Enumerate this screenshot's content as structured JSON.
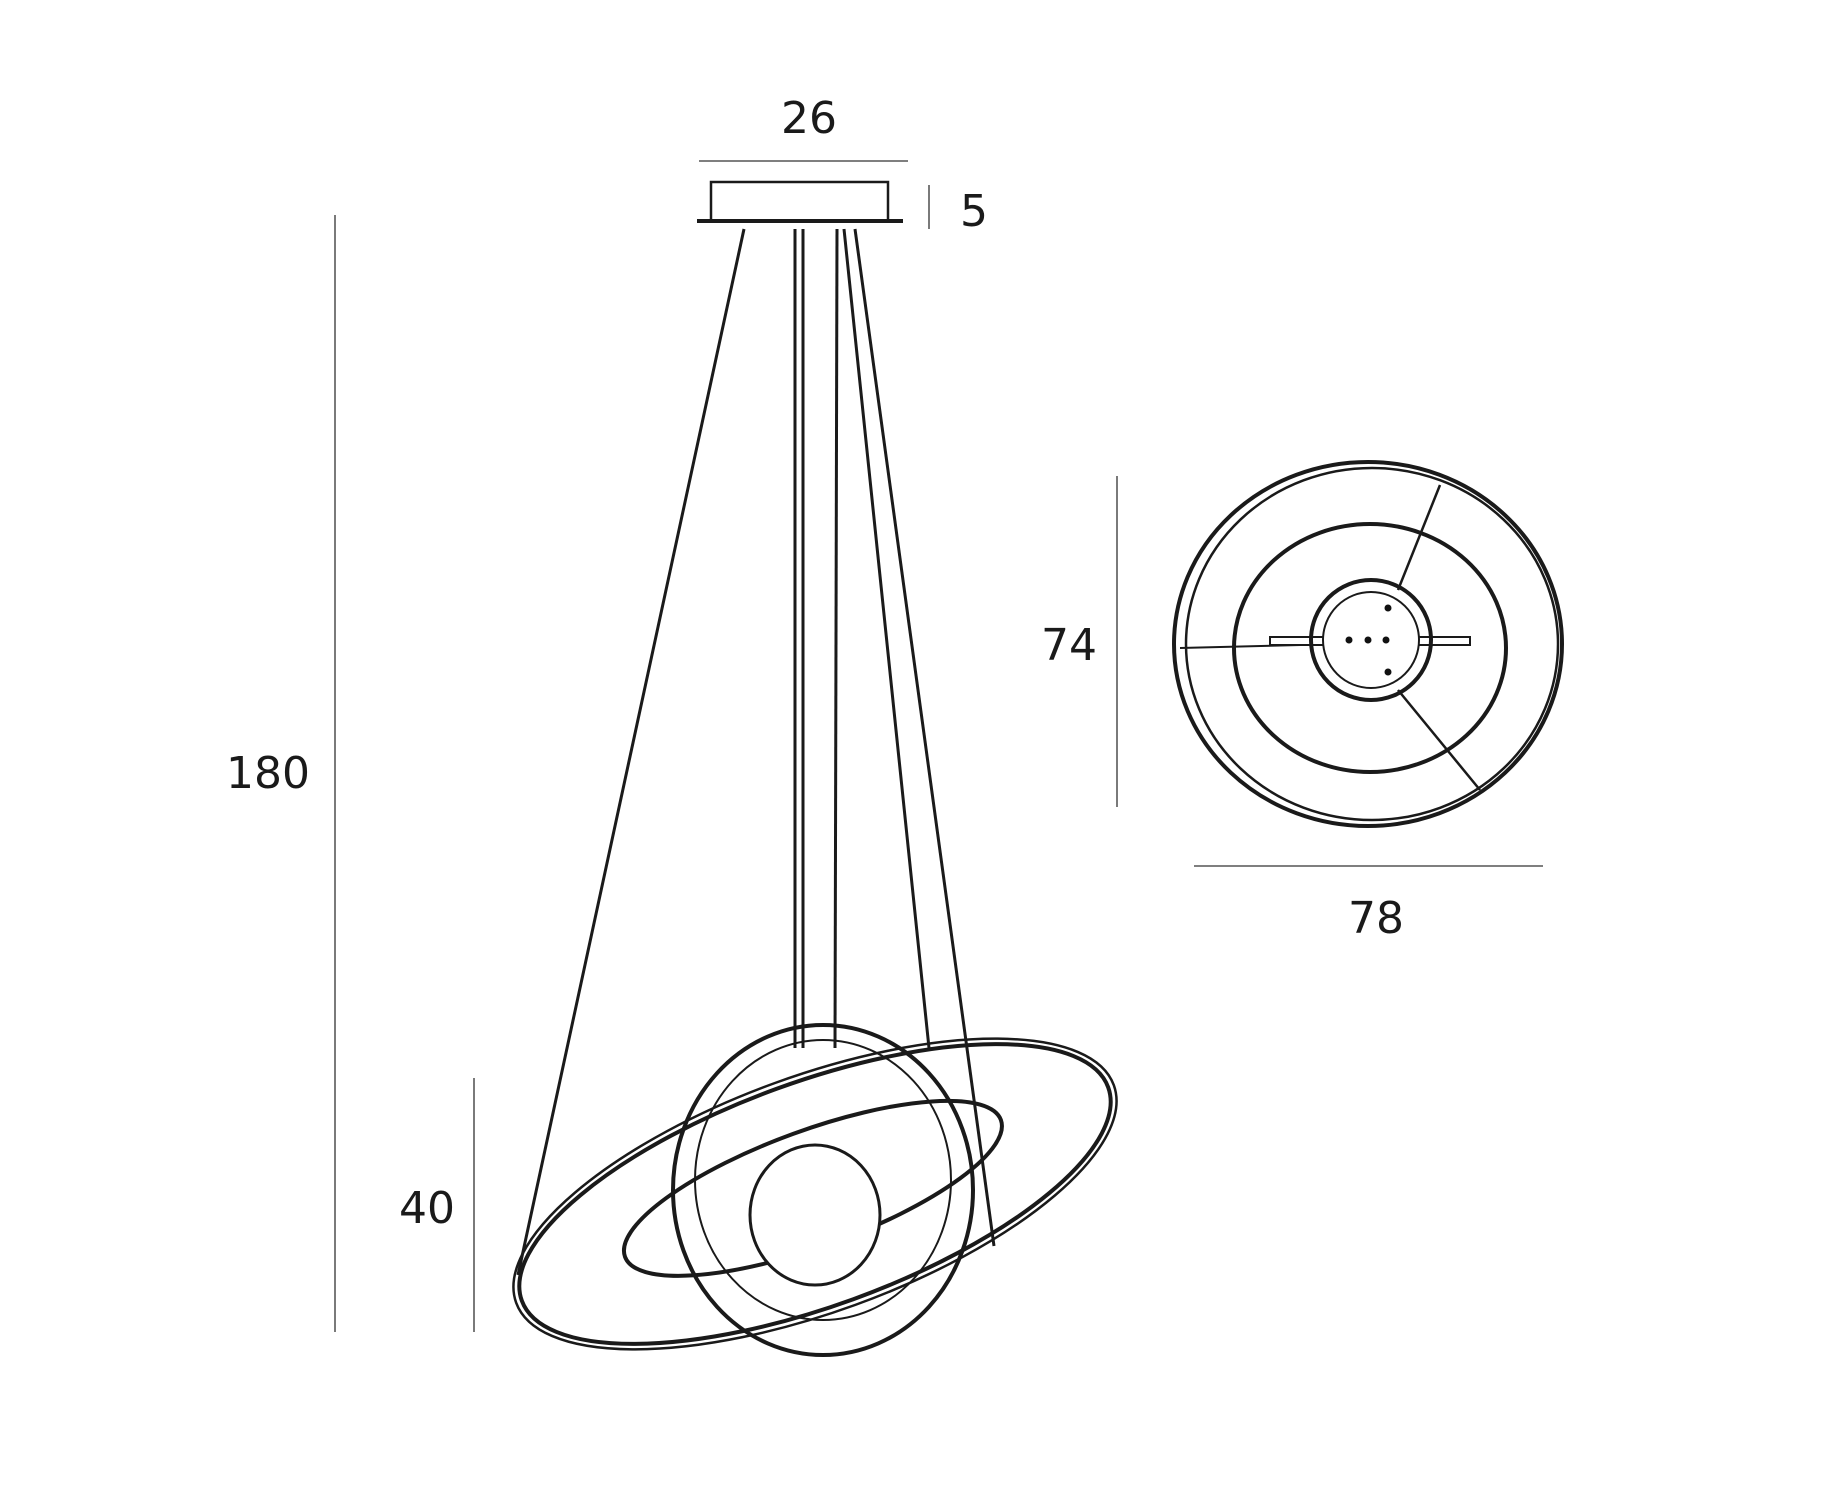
{
  "drawing": {
    "subject": "pendant-lamp",
    "line_color": "#1a1a1a",
    "background": "#ffffff"
  },
  "dimensions": {
    "canopy_width": "26",
    "canopy_height": "5",
    "total_height": "180",
    "lamp_height": "40",
    "top_view_height": "74",
    "top_view_width": "78"
  }
}
